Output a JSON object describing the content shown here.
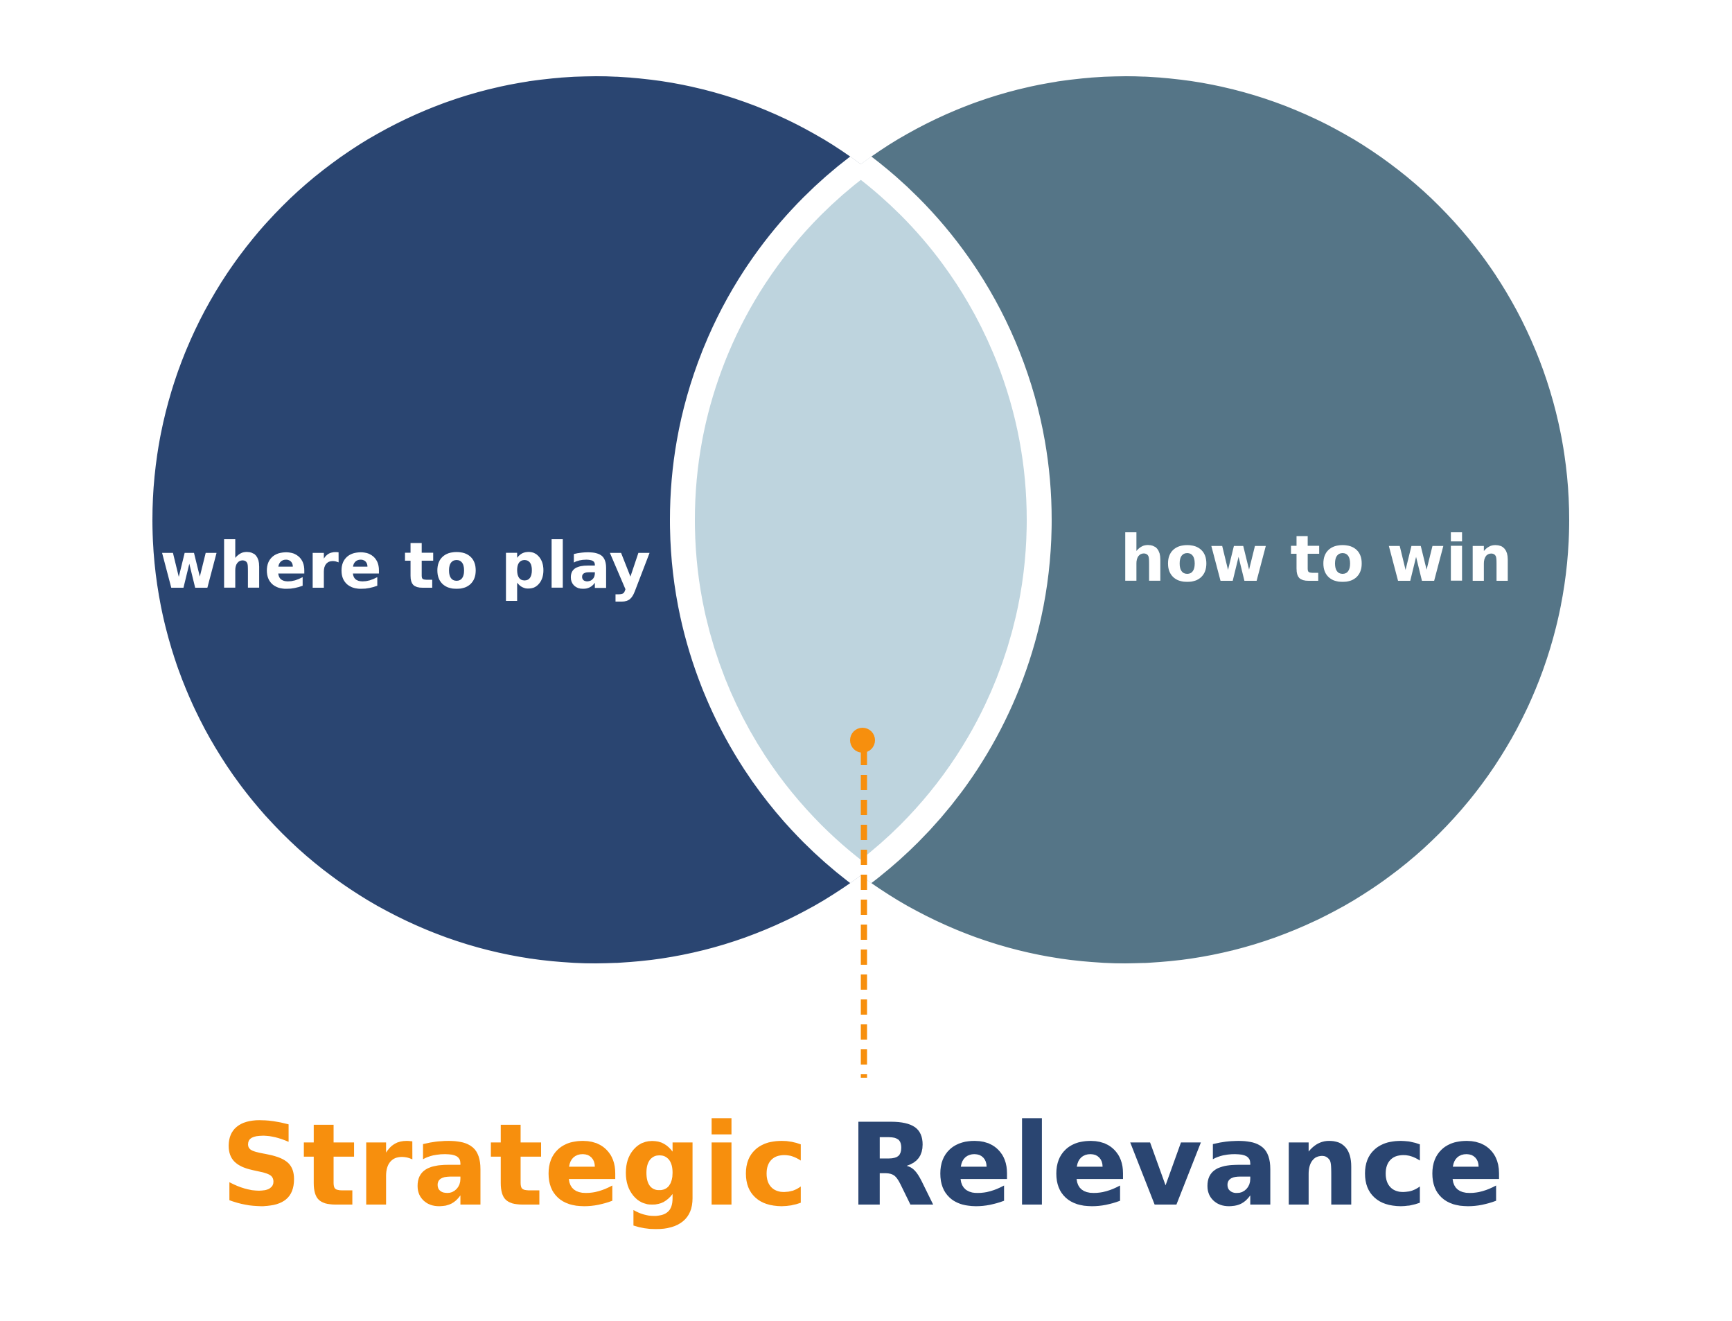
{
  "colors": {
    "left_circle": "#2a4571",
    "right_circle": "#557587",
    "intersection": "#bed4de",
    "accent": "#f78f0d",
    "title_second": "#2a4571",
    "label_text": "#ffffff",
    "separator": "#ffffff"
  },
  "left_circle": {
    "label": "where to play"
  },
  "right_circle": {
    "label": "how to win"
  },
  "pointer": {
    "icon": "pin-dot-icon",
    "style": "dashed"
  },
  "title": {
    "first_word": "Strategic",
    "second_word": "Relevance"
  }
}
